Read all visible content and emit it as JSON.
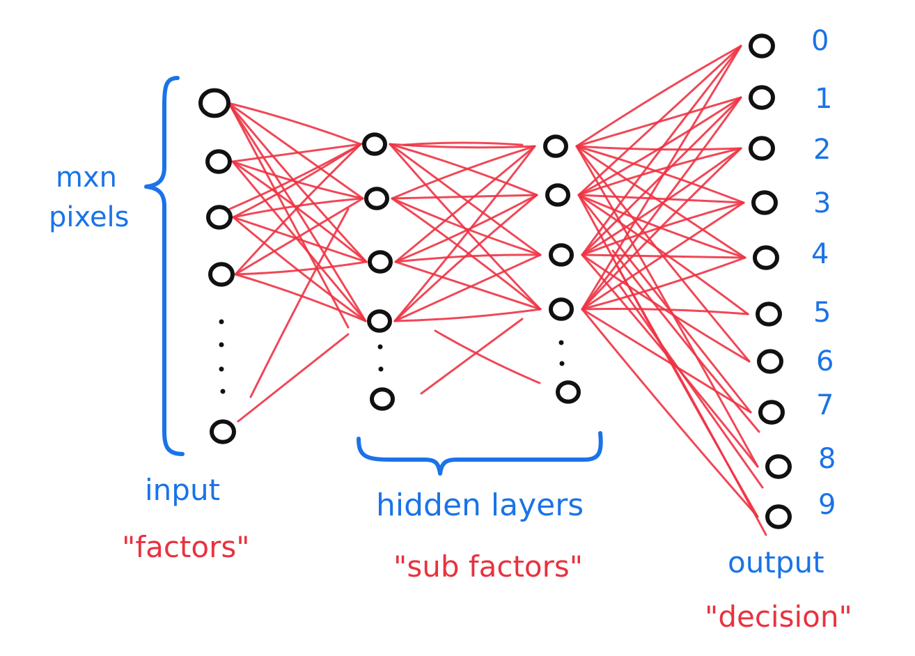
{
  "input": {
    "dims": "mxn",
    "dims_unit": "pixels",
    "label": "input",
    "role": "\"factors\""
  },
  "hidden": {
    "label": "hidden layers",
    "role": "\"sub factors\""
  },
  "output": {
    "label": "output",
    "role": "\"decision\"",
    "digits": [
      "0",
      "1",
      "2",
      "3",
      "4",
      "5",
      "6",
      "7",
      "8",
      "9"
    ]
  },
  "colors": {
    "annotation": "#1a73e8",
    "edges": "#ee3344",
    "nodes": "#111111"
  }
}
